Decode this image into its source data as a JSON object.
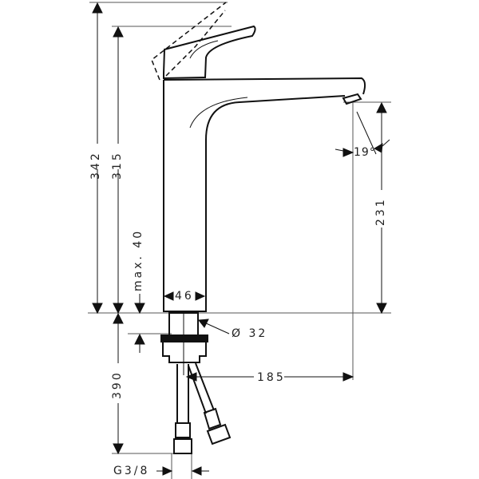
{
  "drawing": {
    "subject": "single-lever basin mixer, technical dimension drawing",
    "dimensions": {
      "overall_height": "342",
      "spout_height": "315",
      "max_deck": "max. 40",
      "body_width": "46",
      "shank_diameter": "Ø 32",
      "outlet_height": "231",
      "outlet_angle": "19°",
      "projection": "185",
      "hose_length": "390",
      "thread": "G3/8"
    },
    "colors": {
      "line": "#111111",
      "dim_line": "#555555",
      "background": "#ffffff"
    }
  }
}
